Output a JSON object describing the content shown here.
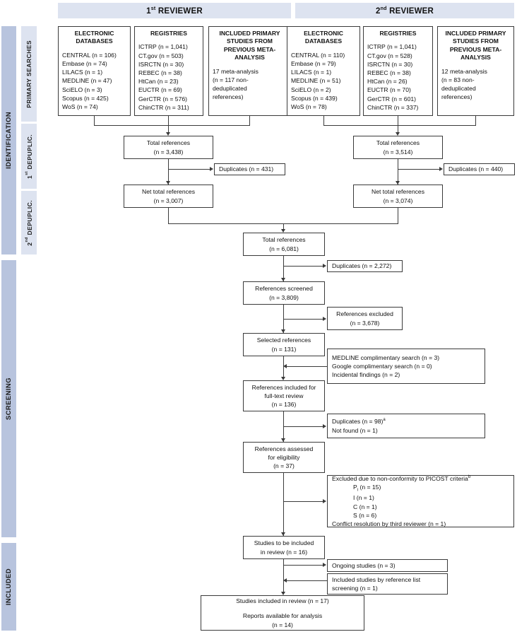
{
  "phases": {
    "identification": "IDENTIFICATION",
    "screening": "SCREENING",
    "included": "INCLUDED",
    "primary_searches": "PRIMARY SEARCHES",
    "first_deduplic": "1st DEPUPLIC.",
    "second_deduplic": "2nd DEPUPLIC."
  },
  "reviewers": {
    "first": "1st REVIEWER",
    "second": "2nd REVIEWER"
  },
  "reviewer1": {
    "databases": {
      "title": "ELECTRONIC DATABASES",
      "items": [
        "CENTRAL (n = 106)",
        "Embase (n = 74)",
        "LILACS (n = 1)",
        "MEDLINE (n = 47)",
        "SciELO (n = 3)",
        "Scopus (n = 425)",
        "WoS (n = 74)"
      ]
    },
    "registries": {
      "title": "REGISTRIES",
      "items": [
        "ICTRP (n = 1,041)",
        "CT.gov (n = 503)",
        "ISRCTN (n = 30)",
        "REBEC (n = 38)",
        "HtCan (n = 23)",
        "EUCTR (n = 69)",
        "GerCTR (n = 576)",
        "ChinCTR (n = 311)"
      ]
    },
    "included_primary": {
      "title": "INCLUDED PRIMARY STUDIES FROM PREVIOUS META-ANALYSIS",
      "items": [
        "17 meta-analysis",
        "(n = 117 non-",
        "deduplicated",
        "references)"
      ]
    },
    "total_references": "Total references\n(n = 3,438)",
    "duplicates": "Duplicates (n = 431)",
    "net_total": "Net total references\n(n = 3,007)"
  },
  "reviewer2": {
    "databases": {
      "title": "ELECTRONIC DATABASES",
      "items": [
        "CENTRAL (n = 110)",
        "Embase (n = 79)",
        "LILACS (n = 1)",
        "MEDLINE (n = 51)",
        "SciELO (n = 2)",
        "Scopus (n = 439)",
        "WoS (n = 78)"
      ]
    },
    "registries": {
      "title": "REGISTRIES",
      "items": [
        "ICTRP (n = 1,041)",
        "CT.gov (n = 528)",
        "ISRCTN (n = 30)",
        "REBEC (n = 38)",
        "HtCan (n = 26)",
        "EUCTR (n = 70)",
        "GerCTR (n = 601)",
        "ChinCTR (n = 337)"
      ]
    },
    "included_primary": {
      "title": "INCLUDED PRIMARY STUDIES FROM PREVIOUS META-ANALYSIS",
      "items": [
        "12 meta-analysis",
        "(n = 83 non-",
        "deduplicated",
        "references)"
      ]
    },
    "total_references": "Total references\n(n = 3,514)",
    "duplicates": "Duplicates (n = 440)",
    "net_total": "Net total references\n(n = 3,074)"
  },
  "flow": {
    "combined_total_l1": "Total references",
    "combined_total_l2": "(n = 6,081)",
    "combined_duplicates": "Duplicates (n = 2,272)",
    "screened_l1": "References screened",
    "screened_l2": "(n = 3,809)",
    "excluded_l1": "References excluded",
    "excluded_l2": "(n = 3,678)",
    "selected_l1": "Selected references",
    "selected_l2": "(n = 131)",
    "complementary": [
      "MEDLINE complimentary search (n = 3)",
      "Google complimentary search (n = 0)",
      "Incidental findings (n = 2)"
    ],
    "fulltext_l1": "References included for",
    "fulltext_l2": "full-text review",
    "fulltext_l3": "(n = 136)",
    "dupnotfound": [
      "Duplicates (n = 98)",
      "Not found (n = 1)"
    ],
    "dupnotfound_sup": "a",
    "assessed_l1": "References assessed",
    "assessed_l2": "for eligibility",
    "assessed_l3": "(n = 37)",
    "picost_title": "Excluded due to non-conformity to PICOST criteria",
    "picost_title_sup": "b",
    "picost_items": [
      "P (n = 15)",
      "I (n = 1)",
      "C (n = 1)",
      "S (n = 6)"
    ],
    "picost_p_sub": "i",
    "picost_conflict": "Conflict resolution by third reviewer (n = 1)",
    "tobeincluded_l1": "Studies to be included",
    "tobeincluded_l2": "in review (n = 16)",
    "ongoing": "Ongoing studies (n = 3)",
    "reflist_l1": "Included studies by reference list",
    "reflist_l2": "screening (n = 1)",
    "final_l1": "Studies included in review (n = 17)",
    "final_l2": "Reports available for analysis",
    "final_l3": "(n = 14)"
  },
  "colors": {
    "band": "#b8c4de",
    "band_sub": "#dde3f0",
    "border": "#3a3a3a"
  }
}
